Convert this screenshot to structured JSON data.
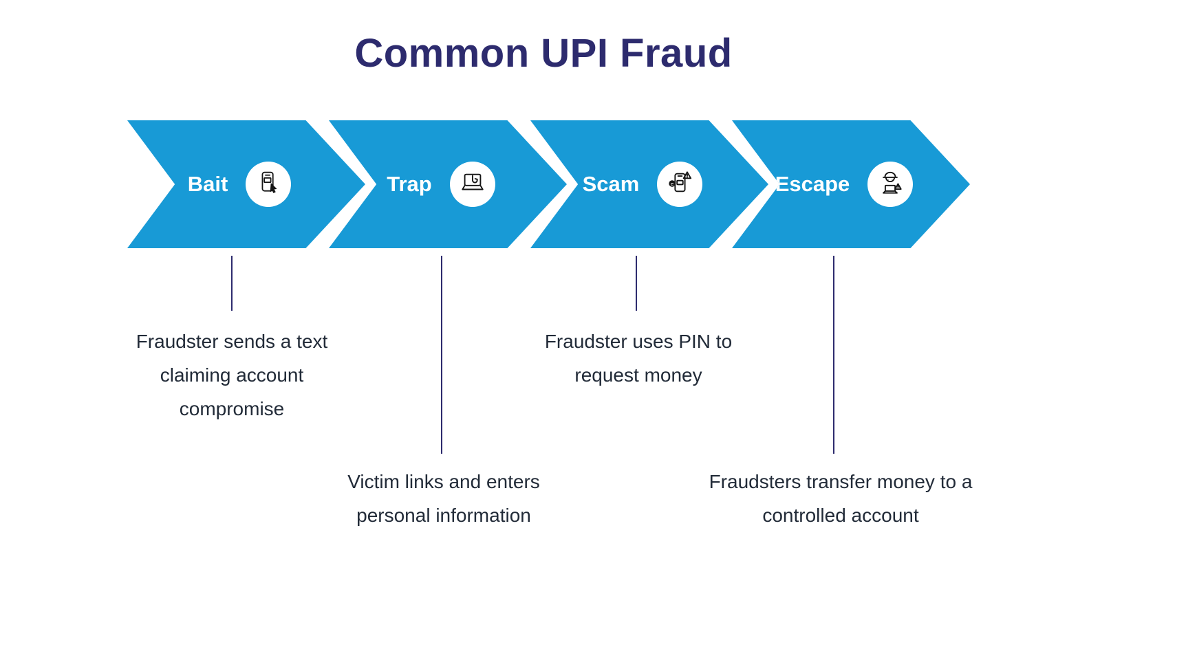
{
  "title": "Common UPI Fraud",
  "colors": {
    "arrow_blue": "#189AD6",
    "title_indigo": "#2D2B6E",
    "connector_indigo": "#2D2B6E",
    "description_text": "#222B38",
    "icon_circle_bg": "#FFFFFF",
    "icon_stroke": "#151515"
  },
  "steps": [
    {
      "label": "Bait",
      "icon": "smishing-phone-icon",
      "description": "Fraudster sends a text claiming account compromise"
    },
    {
      "label": "Trap",
      "icon": "phishing-laptop-hook-icon",
      "description": "Victim links and enters personal information"
    },
    {
      "label": "Scam",
      "icon": "scam-alert-phone-icon",
      "description": "Fraudster uses PIN to request money"
    },
    {
      "label": "Escape",
      "icon": "hacker-laptop-icon",
      "description": "Fraudsters transfer money to a controlled account"
    }
  ]
}
